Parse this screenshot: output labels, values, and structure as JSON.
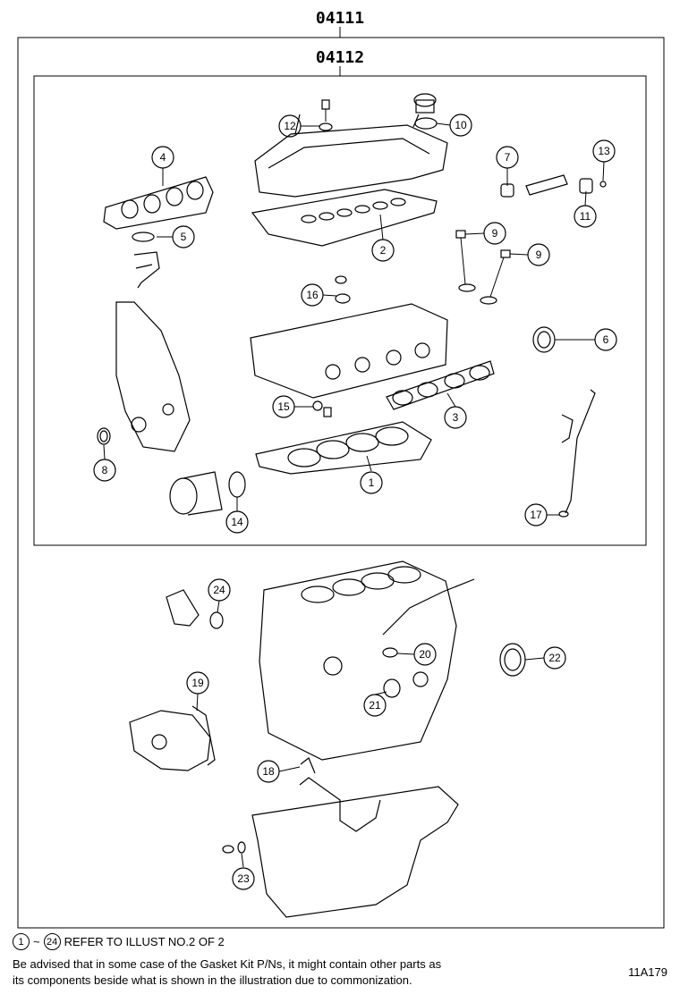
{
  "kits": {
    "outer": {
      "label": "04111"
    },
    "inner": {
      "label": "04112"
    }
  },
  "callouts": [
    {
      "n": "1"
    },
    {
      "n": "2"
    },
    {
      "n": "3"
    },
    {
      "n": "4"
    },
    {
      "n": "5"
    },
    {
      "n": "6"
    },
    {
      "n": "7"
    },
    {
      "n": "8"
    },
    {
      "n": "9"
    },
    {
      "n": "9"
    },
    {
      "n": "10"
    },
    {
      "n": "11"
    },
    {
      "n": "12"
    },
    {
      "n": "13"
    },
    {
      "n": "14"
    },
    {
      "n": "15"
    },
    {
      "n": "16"
    },
    {
      "n": "17"
    },
    {
      "n": "18"
    },
    {
      "n": "19"
    },
    {
      "n": "20"
    },
    {
      "n": "21"
    },
    {
      "n": "22"
    },
    {
      "n": "23"
    },
    {
      "n": "24"
    }
  ],
  "footer": {
    "range_start": "1",
    "range_sep": "~",
    "range_end": "24",
    "refer_text": "REFER TO ILLUST NO.2 OF 2",
    "note_line1": "Be advised that in some case of the Gasket Kit P/Ns,  it might contain other parts as",
    "note_line2": "its components beside what is shown in the illustration due to commonization.",
    "figure_id": "11A179"
  }
}
